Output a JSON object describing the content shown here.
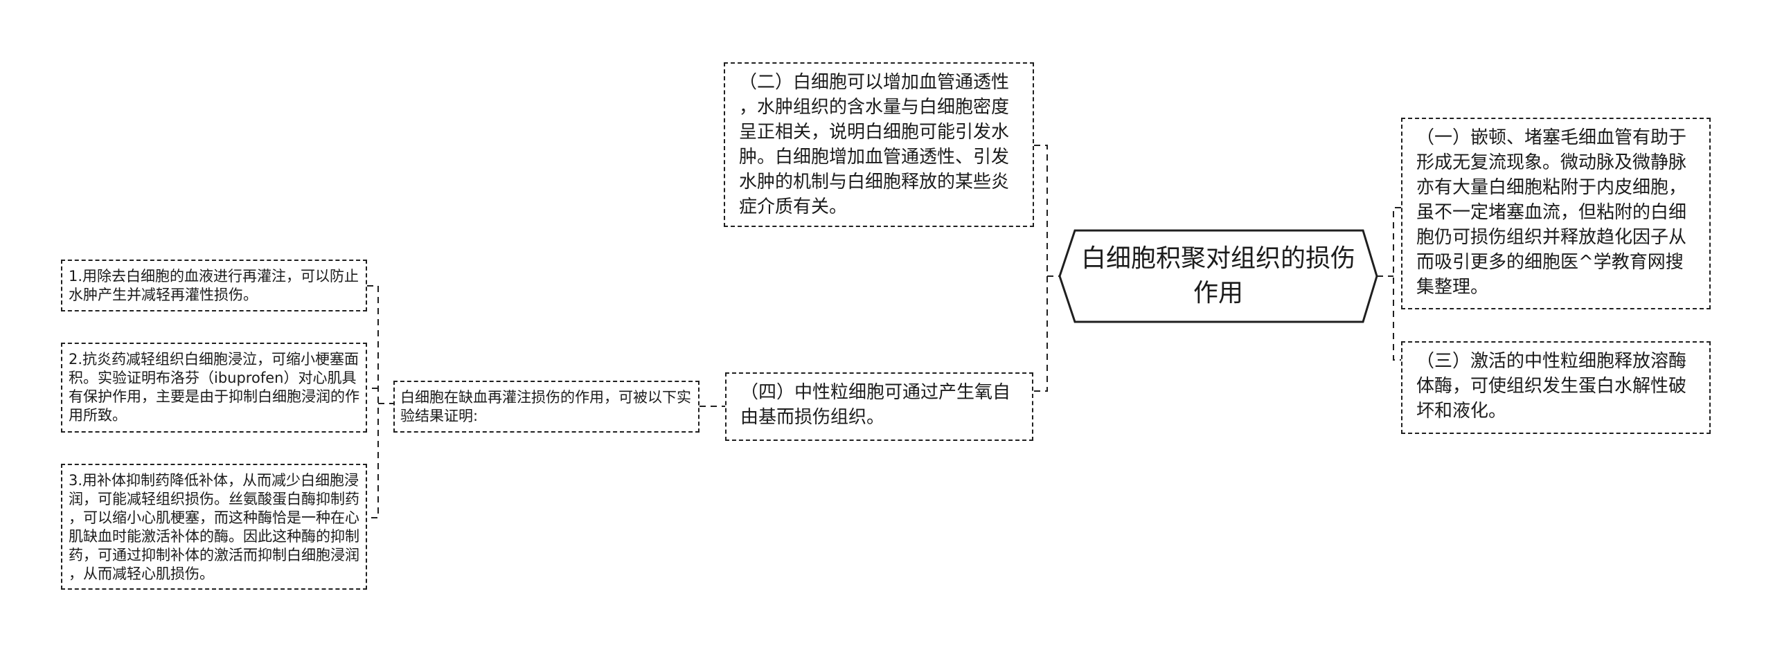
{
  "diagram": {
    "root": {
      "label": "白细胞积聚对组织的损伤作用"
    },
    "branches": {
      "one": {
        "label": "（一）嵌顿、堵塞毛细血管有助于形成无复流现象。微动脉及微静脉亦有大量白细胞粘附于内皮细胞，虽不一定堵塞血流，但粘附的白细胞仍可损伤组织并释放趋化因子从而吸引更多的细胞医^学教育网搜集整理。"
      },
      "two": {
        "label": "（二）白细胞可以增加血管通透性，水肿组织的含水量与白细胞密度呈正相关，说明白细胞可能引发水肿。白细胞增加血管通透性、引发水肿的机制与白细胞释放的某些炎症介质有关。"
      },
      "three": {
        "label": "（三）激活的中性粒细胞释放溶酶体酶，可使组织发生蛋白水解性破坏和液化。"
      },
      "four": {
        "label": "（四）中性粒细胞可通过产生氧自由基而损伤组织。"
      }
    },
    "evidence": {
      "intro": {
        "label": "白细胞在缺血再灌注损伤的作用，可被以下实验结果证明:"
      },
      "items": [
        {
          "label": "1.用除去白细胞的血液进行再灌注，可以防止水肿产生并减轻再灌性损伤。"
        },
        {
          "label": "2.抗炎药减轻组织白细胞浸泣，可缩小梗塞面积。实验证明布洛芬（ibuprofen）对心肌具有保护作用，主要是由于抑制白细胞浸润的作用所致。"
        },
        {
          "label": "3.用补体抑制药降低补体，从而减少白细胞浸润，可能减轻组织损伤。丝氨酸蛋白酶抑制药，可以缩小心肌梗塞，而这种酶恰是一种在心肌缺血时能激活补体的酶。因此这种酶的抑制药，可通过抑制补体的激活而抑制白细胞浸润，从而减轻心肌损伤。"
        }
      ]
    },
    "colors": {
      "line": "#1f1f1f",
      "text": "#1b1b1b",
      "background": "#ffffff"
    }
  }
}
